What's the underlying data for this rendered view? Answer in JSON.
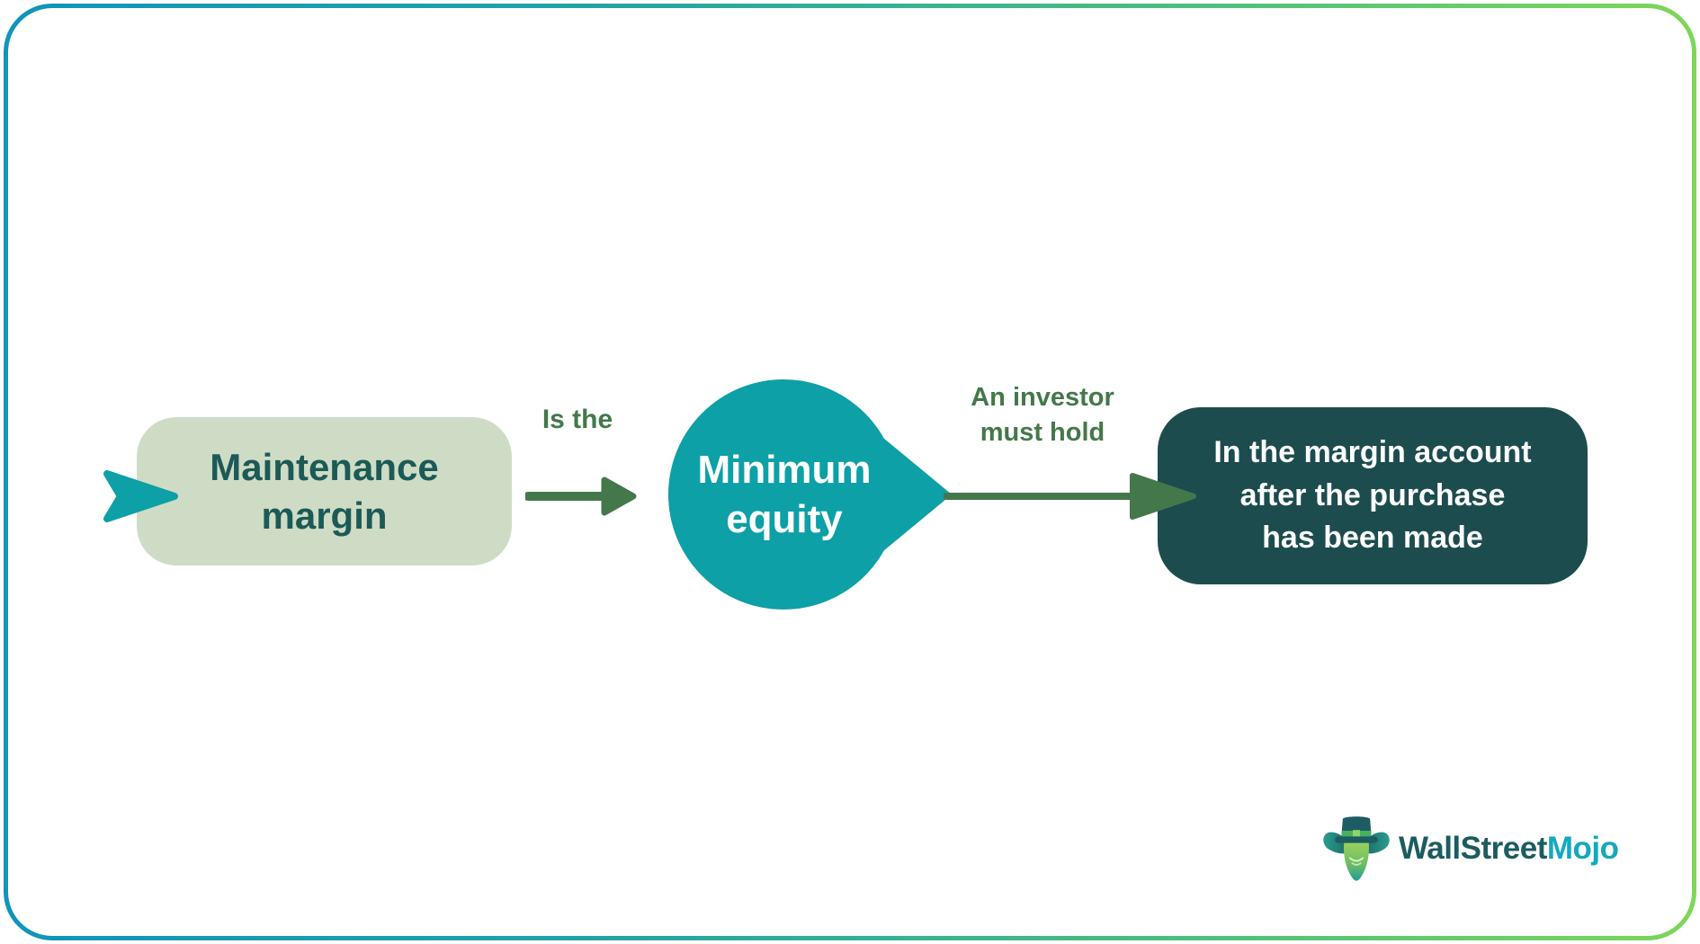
{
  "colors": {
    "frame_gradient_start": "#0f95bb",
    "frame_gradient_end": "#7ed757",
    "source_box_bg": "#cfdcc5",
    "source_box_text": "#1b5a57",
    "teal_node": "#0da0a6",
    "connector_green": "#44784a",
    "result_box_bg": "#1d4c4f",
    "result_box_text": "#ffffff",
    "logo_primary": "#1b5c60",
    "logo_accent": "#14a9bb"
  },
  "diagram": {
    "source_box": {
      "lines": [
        "Maintenance",
        "margin"
      ]
    },
    "connector1": {
      "label": "Is the"
    },
    "center_node": {
      "lines": [
        "Minimum",
        "equity"
      ]
    },
    "connector2": {
      "lines": [
        "An investor",
        "must hold"
      ]
    },
    "result_box": {
      "lines": [
        "In the margin account",
        "after the purchase",
        "has been made"
      ]
    }
  },
  "branding": {
    "logo_text_primary": "WallStreet",
    "logo_text_accent": "Mojo"
  }
}
